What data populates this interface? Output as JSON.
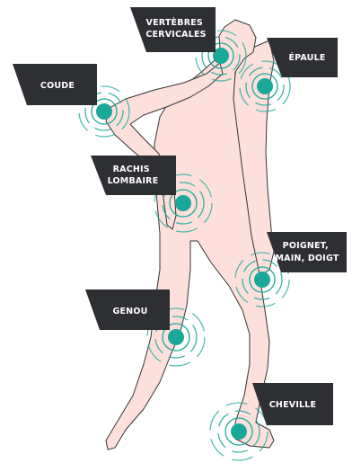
{
  "colors": {
    "body_fill": "#fde0dc",
    "body_outline": "#333333",
    "marker": "#1aa89a",
    "ring": "#1aa89a",
    "label_bg": "#2d2f33",
    "label_text": "#ffffff"
  },
  "marker_icon": "target-ripple-icon",
  "labels": {
    "cervical": [
      "VERTÈBRES",
      "CERVICALES"
    ],
    "shoulder": [
      "ÉPAULE"
    ],
    "elbow": [
      "COUDE"
    ],
    "lumbar": [
      "RACHIS",
      "LOMBAIRE"
    ],
    "wrist": [
      "POIGNET,",
      "MAIN, DOIGT"
    ],
    "knee": [
      "GENOU"
    ],
    "ankle": [
      "CHEVILLE"
    ]
  }
}
